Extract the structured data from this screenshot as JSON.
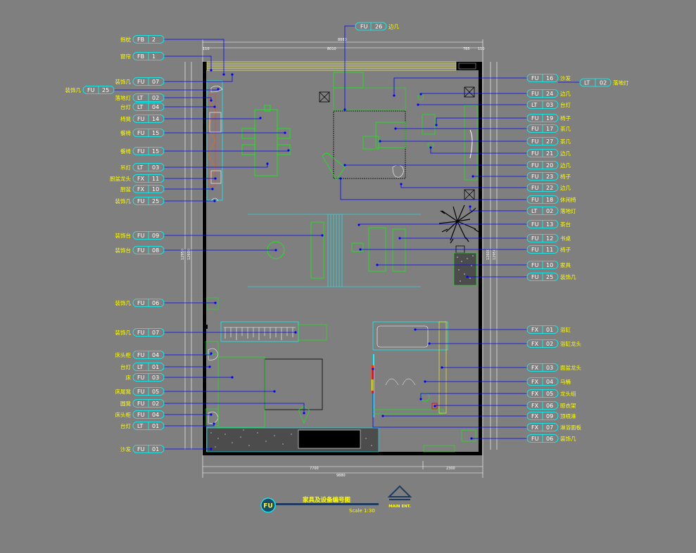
{
  "colors": {
    "background": "#7f7f7f",
    "wall": "#000000",
    "leader": "#0000ff",
    "tag_border": "#00ffff",
    "label": "#ffff00",
    "furniture": "#00ff00",
    "cyan": "#00ffff"
  },
  "left_tags": [
    {
      "label": "抱枕",
      "code": "FB",
      "num": "2"
    },
    {
      "label": "窗帘",
      "code": "FB",
      "num": "1"
    },
    {
      "label": "装饰几",
      "code": "FU",
      "num": "07"
    },
    {
      "label": "装饰几",
      "code": "FU",
      "num": "25"
    },
    {
      "label": "落地灯",
      "code": "LT",
      "num": "02"
    },
    {
      "label": "台灯",
      "code": "LT",
      "num": "04"
    },
    {
      "label": "椅凳",
      "code": "FU",
      "num": "14"
    },
    {
      "label": "餐椅",
      "code": "FU",
      "num": "15"
    },
    {
      "label": "餐椅",
      "code": "FU",
      "num": "15"
    },
    {
      "label": "吊灯",
      "code": "LT",
      "num": "03"
    },
    {
      "label": "厨盆龙头",
      "code": "FX",
      "num": "11"
    },
    {
      "label": "厨盆",
      "code": "FX",
      "num": "10"
    },
    {
      "label": "装饰几",
      "code": "FU",
      "num": "25"
    },
    {
      "label": "装饰台",
      "code": "FU",
      "num": "09"
    },
    {
      "label": "装饰台",
      "code": "FU",
      "num": "08"
    },
    {
      "label": "装饰几",
      "code": "FU",
      "num": "06"
    },
    {
      "label": "装饰几",
      "code": "FU",
      "num": "07"
    },
    {
      "label": "床头柜",
      "code": "FU",
      "num": "04"
    },
    {
      "label": "台灯",
      "code": "LT",
      "num": "01"
    },
    {
      "label": "床",
      "code": "FU",
      "num": "03"
    },
    {
      "label": "床尾凳",
      "code": "FU",
      "num": "05"
    },
    {
      "label": "圆凳",
      "code": "FU",
      "num": "02"
    },
    {
      "label": "床头柜",
      "code": "FU",
      "num": "04"
    },
    {
      "label": "台灯",
      "code": "LT",
      "num": "01"
    },
    {
      "label": "沙发",
      "code": "FU",
      "num": "01"
    }
  ],
  "right_tags": [
    {
      "label": "沙发",
      "code": "FU",
      "num": "16"
    },
    {
      "label": "边几",
      "code": "FU",
      "num": "24"
    },
    {
      "label": "台灯",
      "code": "LT",
      "num": "03"
    },
    {
      "label": "椅子",
      "code": "FU",
      "num": "19"
    },
    {
      "label": "茶几",
      "code": "FU",
      "num": "17"
    },
    {
      "label": "茶几",
      "code": "FU",
      "num": "27"
    },
    {
      "label": "边几",
      "code": "FU",
      "num": "21"
    },
    {
      "label": "边几",
      "code": "FU",
      "num": "20"
    },
    {
      "label": "椅子",
      "code": "FU",
      "num": "23"
    },
    {
      "label": "边几",
      "code": "FU",
      "num": "22"
    },
    {
      "label": "休闲椅",
      "code": "FU",
      "num": "18"
    },
    {
      "label": "落地灯",
      "code": "LT",
      "num": "02"
    },
    {
      "label": "茶台",
      "code": "FU",
      "num": "13"
    },
    {
      "label": "书桌",
      "code": "FU",
      "num": "12"
    },
    {
      "label": "椅子",
      "code": "FU",
      "num": "11"
    },
    {
      "label": "家具",
      "code": "FU",
      "num": "10"
    },
    {
      "label": "装饰几",
      "code": "FU",
      "num": "25"
    },
    {
      "label": "浴缸",
      "code": "FX",
      "num": "01"
    },
    {
      "label": "浴缸龙头",
      "code": "FX",
      "num": "02"
    },
    {
      "label": "面盆龙头",
      "code": "FX",
      "num": "03"
    },
    {
      "label": "马桶",
      "code": "FX",
      "num": "04"
    },
    {
      "label": "龙头组",
      "code": "FX",
      "num": "05"
    },
    {
      "label": "晾衣架",
      "code": "FX",
      "num": "06"
    },
    {
      "label": "顶喷淋",
      "code": "FX",
      "num": "09"
    },
    {
      "label": "淋浴面板",
      "code": "FX",
      "num": "07"
    },
    {
      "label": "装饰几",
      "code": "FU",
      "num": "06"
    }
  ],
  "top_tag": {
    "label": "边几",
    "code": "FU",
    "num": "26"
  },
  "far_right_tag": {
    "label": "落地灯",
    "code": "LT",
    "num": "02"
  },
  "dims": {
    "top_total": "8880",
    "top_mid": "8010",
    "top_right": "785",
    "top_l": "110",
    "top_r": "110",
    "bottom_left": "7700",
    "bottom_right": "2300",
    "bottom_total": "9880",
    "left_v1": "12950",
    "left_v2": "12600",
    "right_v1": "12600",
    "right_v2": "12950"
  },
  "title": {
    "badge": "FU",
    "text": "家具及设备编号图",
    "scale": "Scale 1:30",
    "north": "MAIN ENT."
  }
}
